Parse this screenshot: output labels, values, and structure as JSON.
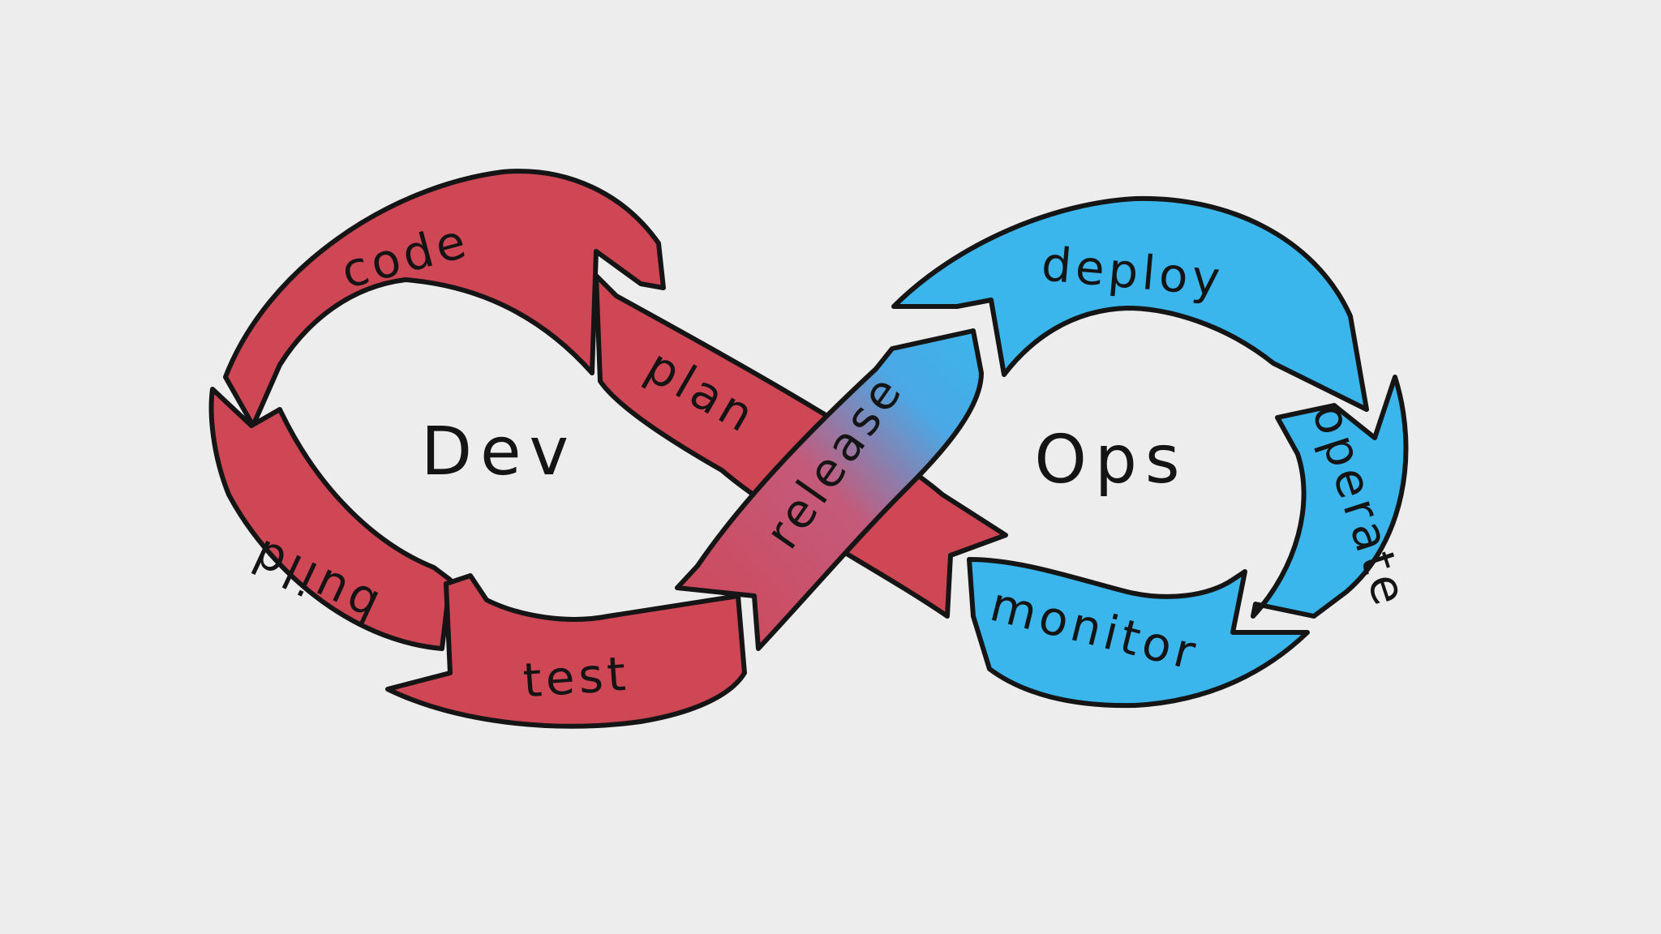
{
  "colors": {
    "background": "#eeedee",
    "dev": "#cf4655",
    "ops": "#3bb6ec",
    "outline": "#151515"
  },
  "diagram": {
    "center_labels": {
      "dev": "Dev",
      "ops": "Ops"
    },
    "stages": [
      {
        "id": "code",
        "label": "code",
        "side": "dev"
      },
      {
        "id": "build",
        "label": "build",
        "side": "dev"
      },
      {
        "id": "test",
        "label": "test",
        "side": "dev"
      },
      {
        "id": "plan",
        "label": "plan",
        "side": "dev"
      },
      {
        "id": "release",
        "label": "release",
        "side": "dev-ops"
      },
      {
        "id": "deploy",
        "label": "deploy",
        "side": "ops"
      },
      {
        "id": "operate",
        "label": "operate",
        "side": "ops"
      },
      {
        "id": "monitor",
        "label": "monitor",
        "side": "ops"
      }
    ]
  }
}
